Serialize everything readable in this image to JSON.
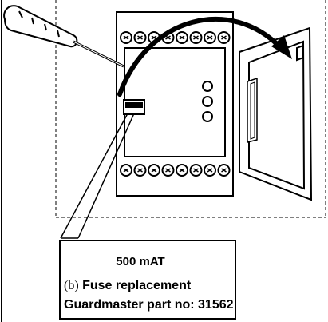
{
  "fuse": {
    "rating": "500 mAT"
  },
  "caption": {
    "letter": "(b)",
    "title": "Fuse replacement",
    "part_line": "Guardmaster part no: 31562"
  },
  "colors": {
    "ink": "#000000",
    "background": "#ffffff"
  }
}
